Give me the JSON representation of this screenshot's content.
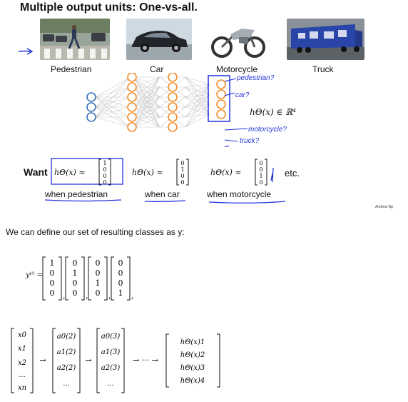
{
  "slide": {
    "title": "Multiple output units: One-vs-all.",
    "credit": "Andrew Ng"
  },
  "classes": [
    {
      "label": "Pedestrian"
    },
    {
      "label": "Car"
    },
    {
      "label": "Motorcycle"
    },
    {
      "label": "Truck"
    }
  ],
  "network": {
    "output_notation": "hΘ(x) ∈ ℝ⁴",
    "handwritten_annotations": [
      "pedestrian?",
      "car?",
      "motorcycle?",
      "truck?"
    ]
  },
  "want": {
    "word": "Want",
    "h": "hΘ(x) ≈",
    "etc": "etc.",
    "cases": [
      {
        "caption": "when pedestrian",
        "vector": [
          "1",
          "0",
          "0",
          "0"
        ]
      },
      {
        "caption": "when car",
        "vector": [
          "0",
          "1",
          "0",
          "0"
        ]
      },
      {
        "caption": "when motorcycle",
        "vector": [
          "0",
          "0",
          "1",
          "0"
        ]
      }
    ]
  },
  "notes": {
    "intro": "We can define our set of resulting classes as y:",
    "y_label": "y⁽ⁱ⁾ =",
    "y_vectors": [
      [
        "1",
        "0",
        "0",
        "0"
      ],
      [
        "0",
        "1",
        "0",
        "0"
      ],
      [
        "0",
        "0",
        "1",
        "0"
      ],
      [
        "0",
        "0",
        "0",
        "1"
      ]
    ],
    "chain": {
      "input": [
        "x0",
        "x1",
        "x2",
        "...",
        "xn"
      ],
      "layer2": [
        "a0(2)",
        "a1(2)",
        "a2(2)",
        "..."
      ],
      "layer3": [
        "a0(3)",
        "a1(3)",
        "a2(3)",
        "..."
      ],
      "arrow": "→",
      "ellipsis_arrow": "→ ··· →",
      "output": [
        "hΘ(x)1",
        "hΘ(x)2",
        "hΘ(x)3",
        "hΘ(x)4"
      ]
    }
  },
  "colors": {
    "node": "#f28c28",
    "node_input": "#3a72b8",
    "ink": "#2233dd"
  }
}
